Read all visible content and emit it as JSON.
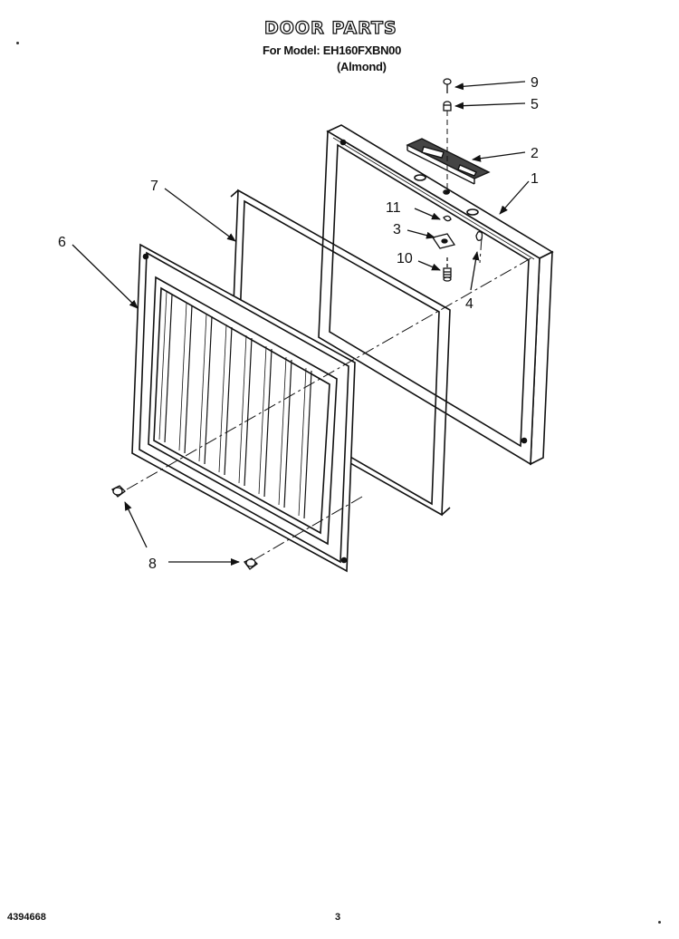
{
  "title": "DOOR PARTS",
  "subtitle": "For Model: EH160FXBN00",
  "color_note": "(Almond)",
  "footer": {
    "doc_number": "4394668",
    "page": "3"
  },
  "callouts": {
    "c1": "1",
    "c2": "2",
    "c3": "3",
    "c4": "4",
    "c5": "5",
    "c6": "6",
    "c7": "7",
    "c8a": "8",
    "c9": "9",
    "c10": "10",
    "c11": "11"
  }
}
